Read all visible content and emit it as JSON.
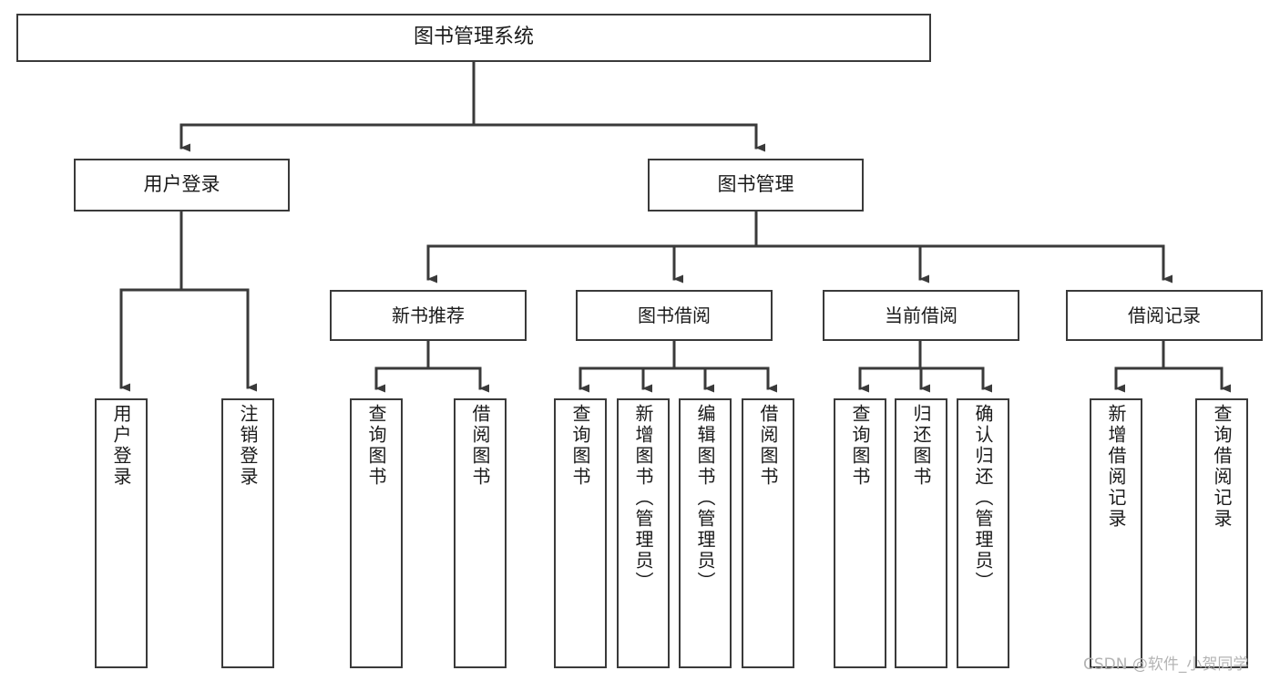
{
  "diagram": {
    "title": "图书管理系统",
    "type": "tree-hierarchy",
    "root": {
      "id": "root",
      "label": "图书管理系统"
    },
    "level2": [
      {
        "id": "user-login",
        "label": "用户登录"
      },
      {
        "id": "book-management",
        "label": "图书管理"
      }
    ],
    "level3": [
      {
        "id": "new-book-recommend",
        "label": "新书推荐",
        "parent": "book-management"
      },
      {
        "id": "book-borrow",
        "label": "图书借阅",
        "parent": "book-management"
      },
      {
        "id": "current-borrow",
        "label": "当前借阅",
        "parent": "book-management"
      },
      {
        "id": "borrow-record",
        "label": "借阅记录",
        "parent": "book-management"
      }
    ],
    "leaves": {
      "user-login": [
        {
          "id": "leaf-user-login",
          "label": "用户登录"
        },
        {
          "id": "leaf-logout-login",
          "label": "注销登录"
        }
      ],
      "new-book-recommend": [
        {
          "id": "leaf-query-book-1",
          "label": "查询图书"
        },
        {
          "id": "leaf-borrow-book-1",
          "label": "借阅图书"
        }
      ],
      "book-borrow": [
        {
          "id": "leaf-query-book-2",
          "label": "查询图书"
        },
        {
          "id": "leaf-add-book",
          "label": "新增图书（管理员）"
        },
        {
          "id": "leaf-edit-book",
          "label": "编辑图书（管理员）"
        },
        {
          "id": "leaf-borrow-book-2",
          "label": "借阅图书"
        }
      ],
      "current-borrow": [
        {
          "id": "leaf-query-book-3",
          "label": "查询图书"
        },
        {
          "id": "leaf-return-book",
          "label": "归还图书"
        },
        {
          "id": "leaf-confirm-return",
          "label": "确认归还（管理员）"
        }
      ],
      "borrow-record": [
        {
          "id": "leaf-add-record",
          "label": "新增借阅记录"
        },
        {
          "id": "leaf-query-record",
          "label": "查询借阅记录"
        }
      ]
    }
  },
  "watermark": {
    "text": "CSDN @软件_小贺同学"
  },
  "colors": {
    "box_border": "#3a3a3a",
    "box_fill": "#ffffff",
    "connector": "#3a3a3a",
    "text": "#1a1a1a",
    "watermark": "#b4b4b4",
    "background": "#ffffff"
  }
}
